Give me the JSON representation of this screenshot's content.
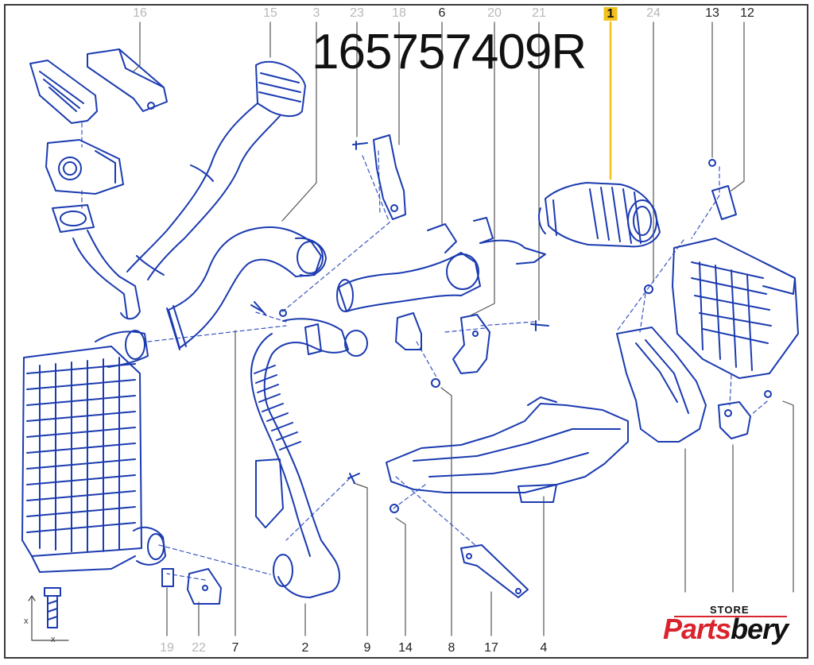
{
  "part_number": "165757409R",
  "labels_top": [
    {
      "id": "16",
      "state": "faded"
    },
    {
      "id": "15",
      "state": "faded"
    },
    {
      "id": "3",
      "state": "faded"
    },
    {
      "id": "23",
      "state": "faded"
    },
    {
      "id": "18",
      "state": "faded"
    },
    {
      "id": "6",
      "state": "active"
    },
    {
      "id": "20",
      "state": "faded"
    },
    {
      "id": "21",
      "state": "faded"
    },
    {
      "id": "1",
      "state": "highlighted"
    },
    {
      "id": "24",
      "state": "faded"
    },
    {
      "id": "13",
      "state": "active"
    },
    {
      "id": "12",
      "state": "active"
    }
  ],
  "labels_bottom": [
    {
      "id": "19",
      "state": "faded"
    },
    {
      "id": "22",
      "state": "faded"
    },
    {
      "id": "7",
      "state": "active"
    },
    {
      "id": "2",
      "state": "active"
    },
    {
      "id": "9",
      "state": "active"
    },
    {
      "id": "14",
      "state": "active"
    },
    {
      "id": "8",
      "state": "active"
    },
    {
      "id": "17",
      "state": "active"
    },
    {
      "id": "4",
      "state": "active"
    }
  ],
  "logo": {
    "store": "STORE",
    "brand_part1": "Parts",
    "brand_part2": "bery"
  },
  "colors": {
    "line": "#1b3bb0",
    "highlight": "#f2c21a",
    "faded": "#b8b8b8",
    "brand_red": "#d9232d"
  }
}
